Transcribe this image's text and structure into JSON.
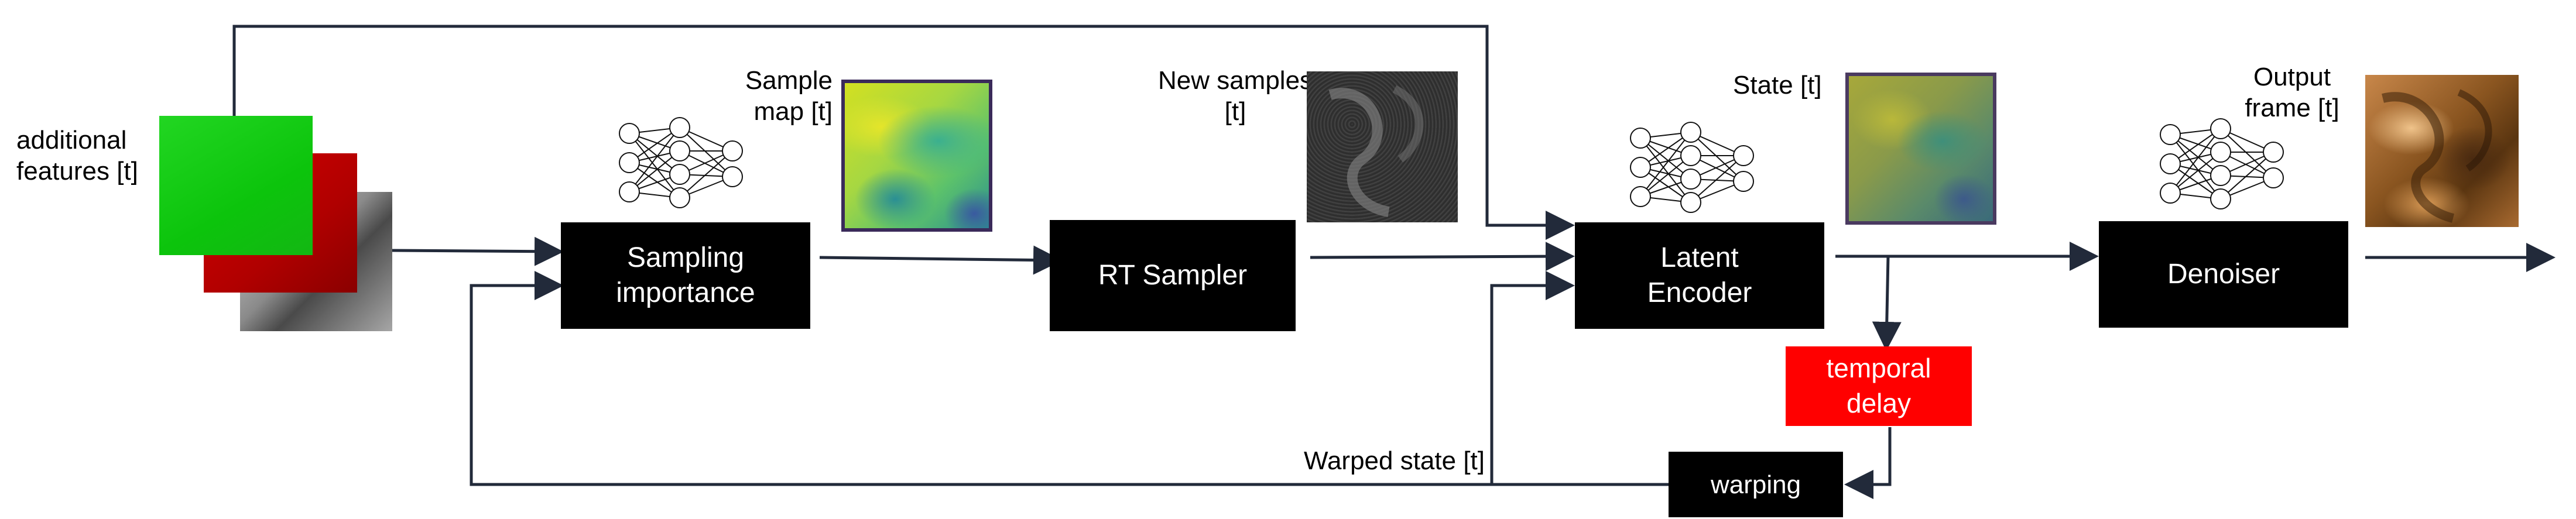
{
  "colors": {
    "block": "#000000",
    "delay_block": "#ff0000",
    "arrow": "#222a3a",
    "feature_green": "#0fcb0f",
    "feature_red": "#c00000",
    "feature_gray": "#8a8a8a"
  },
  "inputs": {
    "features_label": "additional\nfeatures [t]"
  },
  "blocks": {
    "sampling_importance": "Sampling\nimportance",
    "rt_sampler": "RT Sampler",
    "latent_encoder": "Latent\nEncoder",
    "denoiser": "Denoiser",
    "temporal_delay": "temporal\ndelay",
    "warping": "warping"
  },
  "annotations": {
    "sample_map": "Sample\nmap [t]",
    "new_samples": "New samples\n[t]",
    "state": "State [t]",
    "output_frame": "Output\nframe [t]",
    "warped_state": "Warped state [t]"
  },
  "icons": {
    "neural_net": "neural-network-icon",
    "sample_map_image": "heatmap-thumbnail",
    "new_samples_image": "noise-thumbnail",
    "state_image": "latent-state-thumbnail",
    "output_image": "rendered-frame-thumbnail"
  }
}
